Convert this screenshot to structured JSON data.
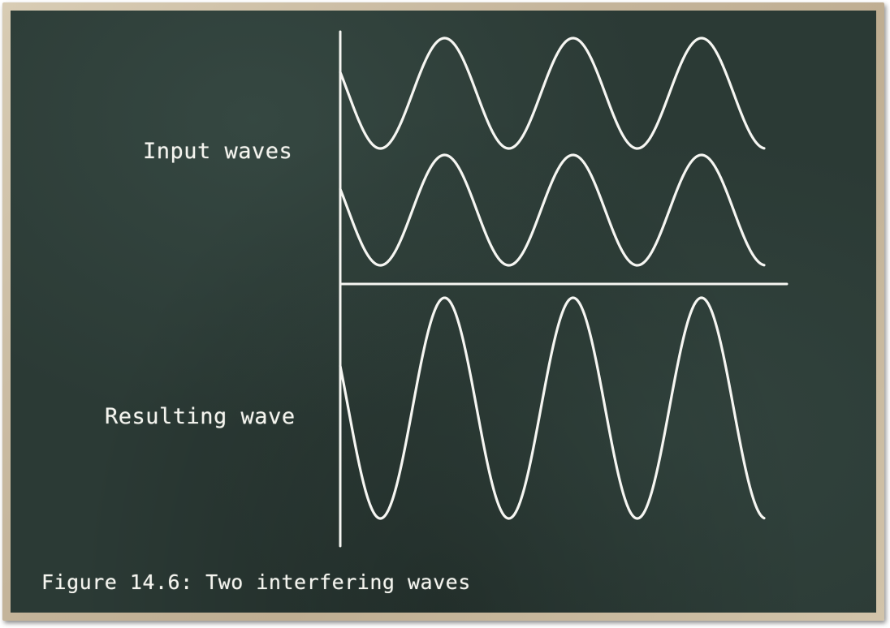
{
  "labels": {
    "input_waves": "Input waves",
    "resulting_wave": "Resulting wave"
  },
  "caption": "Figure 14.6: Two interfering waves",
  "colors": {
    "chalkboard": "#2b3a35",
    "frame": "#c4b49a",
    "chalk": "#f6f6f2"
  },
  "diagram": {
    "input_wave_cycles": 3.3,
    "input_wave_count": 2,
    "resulting_amplitude_ratio": 2,
    "phase_relation": "in phase (constructive interference)"
  }
}
